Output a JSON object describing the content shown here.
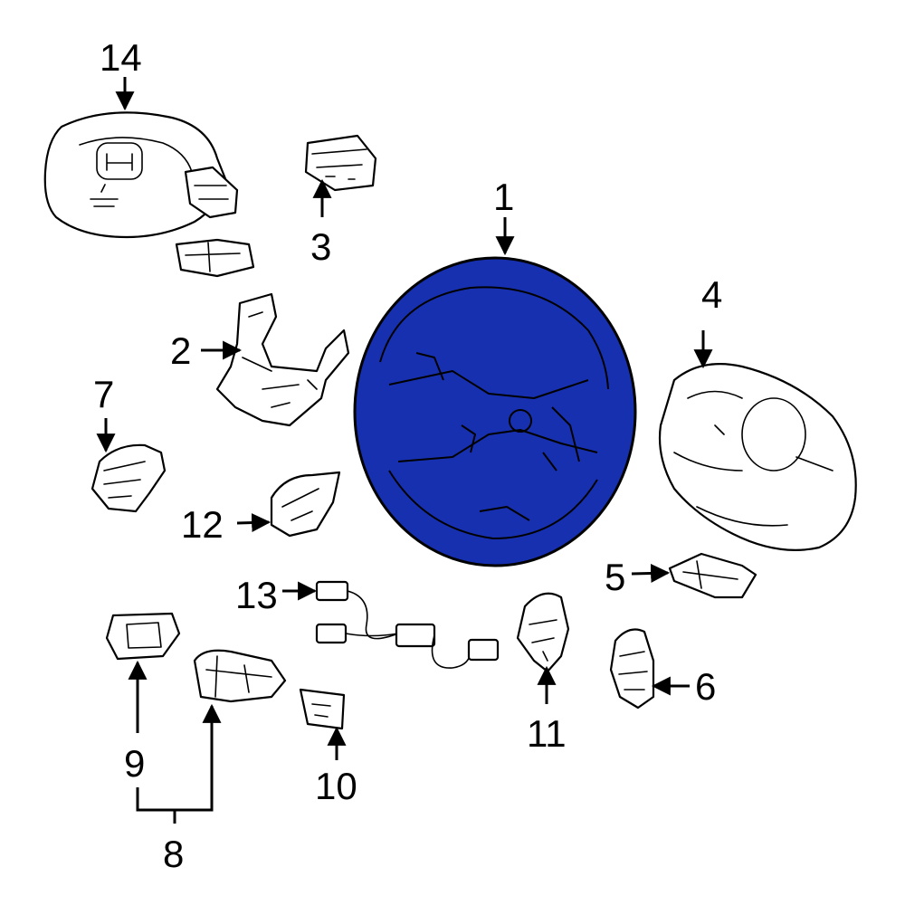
{
  "diagram": {
    "highlight_color": "#1730b0",
    "line_color": "#000000",
    "background": "#ffffff",
    "callouts": [
      "1",
      "2",
      "3",
      "4",
      "5",
      "6",
      "7",
      "8",
      "9",
      "10",
      "11",
      "12",
      "13",
      "14"
    ]
  }
}
